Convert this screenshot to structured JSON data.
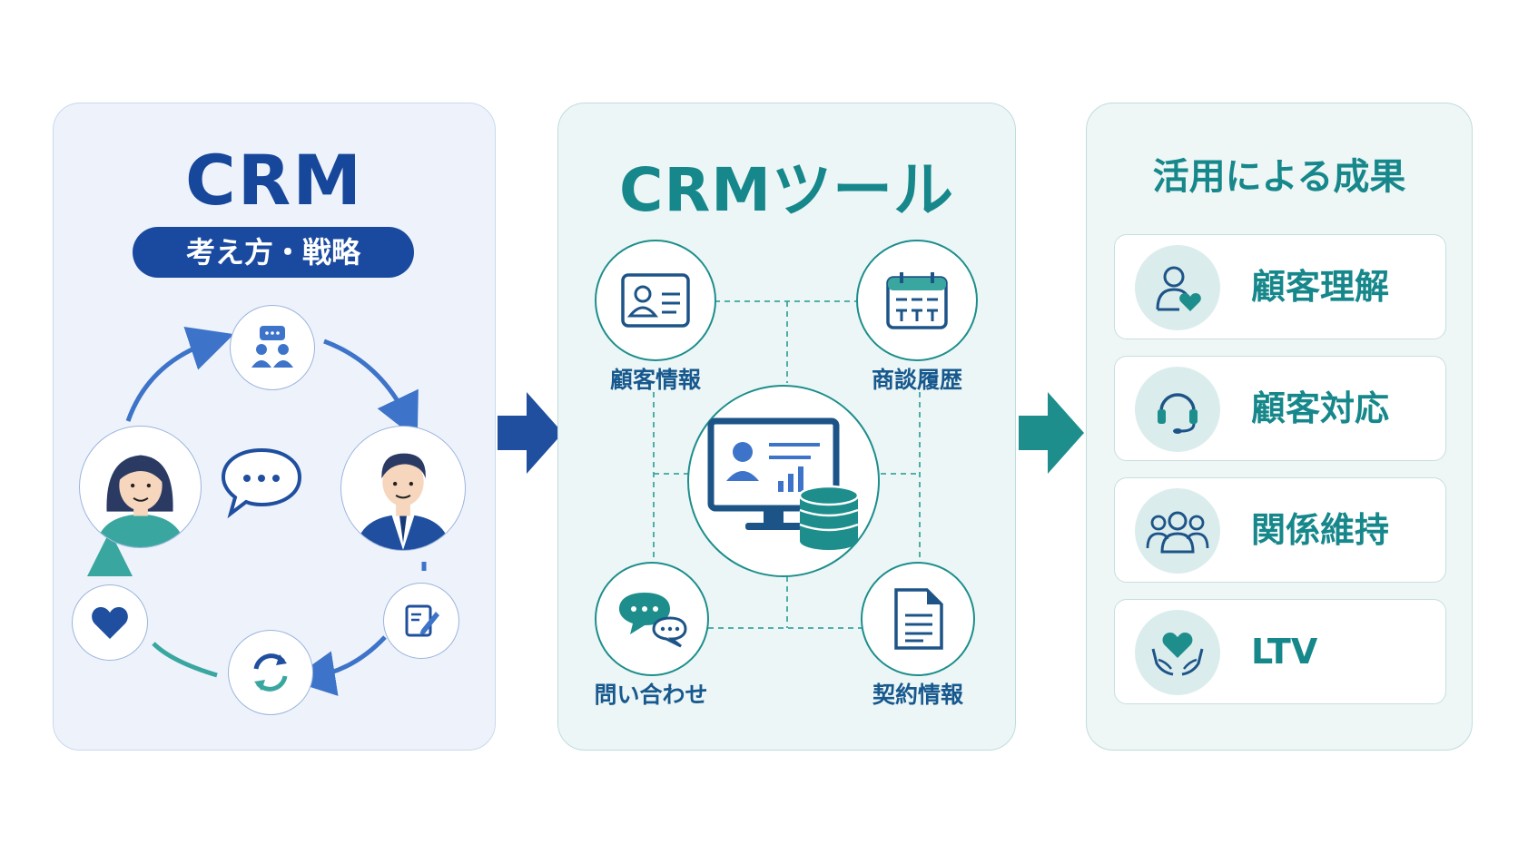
{
  "colors": {
    "crm_blue": "#17479b",
    "teal": "#16878a",
    "light_blue_panel": "#eef3fb",
    "light_teal_panel": "#edf6f6"
  },
  "crm_panel": {
    "title": "CRM",
    "subtitle": "考え方・戦略",
    "icons": [
      "team-chat-icon",
      "woman-avatar-icon",
      "speech-bubble-icon",
      "businessman-avatar-icon",
      "heart-icon",
      "refresh-cycle-icon",
      "edit-document-icon"
    ]
  },
  "tool_panel": {
    "title": "CRMツール",
    "nodes": [
      {
        "label": "顧客情報",
        "icon": "contact-card-icon"
      },
      {
        "label": "商談履歴",
        "icon": "calendar-icon"
      },
      {
        "label": "問い合わせ",
        "icon": "chat-bubbles-icon"
      },
      {
        "label": "契約情報",
        "icon": "document-icon"
      }
    ],
    "center_icon": "monitor-database-icon"
  },
  "result_panel": {
    "title": "活用による成果",
    "items": [
      {
        "label": "顧客理解",
        "icon": "person-heart-icon"
      },
      {
        "label": "顧客対応",
        "icon": "headset-icon"
      },
      {
        "label": "関係維持",
        "icon": "group-icon"
      },
      {
        "label": "LTV",
        "icon": "hands-heart-icon"
      }
    ]
  }
}
